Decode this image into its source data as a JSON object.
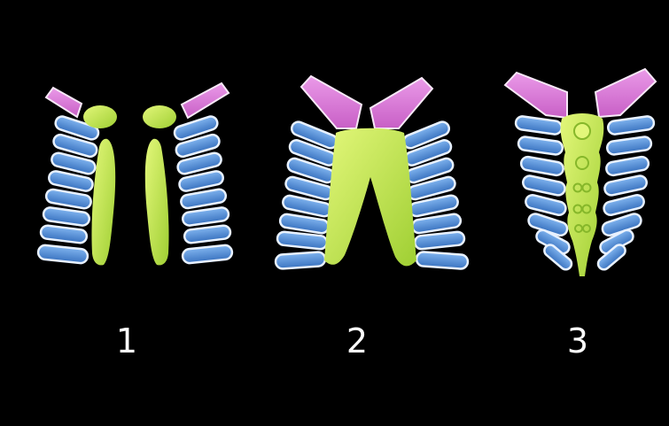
{
  "stages": [
    {
      "label": "1"
    },
    {
      "label": "2"
    },
    {
      "label": "3"
    }
  ],
  "colors": {
    "background": "#000000",
    "rib": "#4f8fd8",
    "cartilage_outline": "#e8f1ff",
    "sternum": "#c6ea4c",
    "clavicle": "#d977d6",
    "label_text": "#ffffff"
  }
}
